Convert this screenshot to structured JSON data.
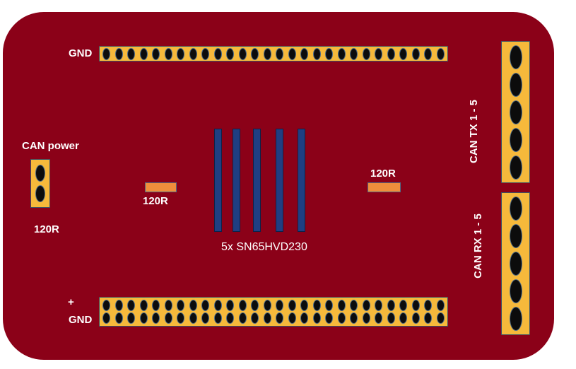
{
  "labels": {
    "gnd_top": "GND",
    "can_power": "CAN power",
    "r_left_power": "120R",
    "r_left": "120R",
    "r_right": "120R",
    "chips": "5x SN65HVD230",
    "plus": "+",
    "gnd_bottom": "GND",
    "can_tx": "CAN TX  1 - 5",
    "can_rx": "CAN RX  1 - 5"
  },
  "colors": {
    "board": "#8b0118",
    "header": "#f6b93b",
    "chip": "#1f3f82",
    "resistor": "#ef8f3c"
  },
  "components": {
    "top_header_pins": 28,
    "bottom_header_rows": 2,
    "bottom_header_pins_per_row": 28,
    "power_terminal_pins": 2,
    "can_tx_terminal_pins": 5,
    "can_rx_terminal_pins": 5,
    "chip_count": 5
  }
}
